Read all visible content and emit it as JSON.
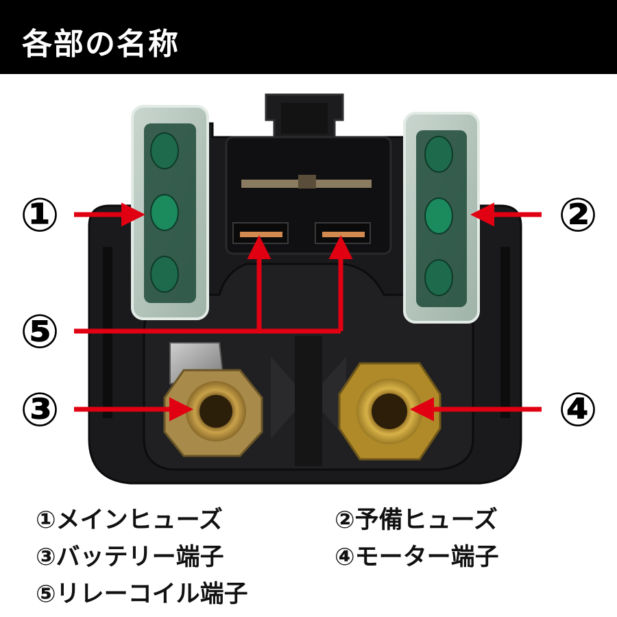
{
  "header": {
    "title": "各部の名称"
  },
  "callouts": {
    "c1": "①",
    "c2": "②",
    "c3": "③",
    "c4": "④",
    "c5": "⑤"
  },
  "legend": {
    "item1": "①メインヒューズ",
    "item2": "②予備ヒューズ",
    "item3": "③バッテリー端子",
    "item4": "④モーター端子",
    "item5": "⑤リレーコイル端子"
  },
  "colors": {
    "arrow": "#e00012",
    "header_bg": "#000000",
    "header_text": "#ffffff"
  }
}
